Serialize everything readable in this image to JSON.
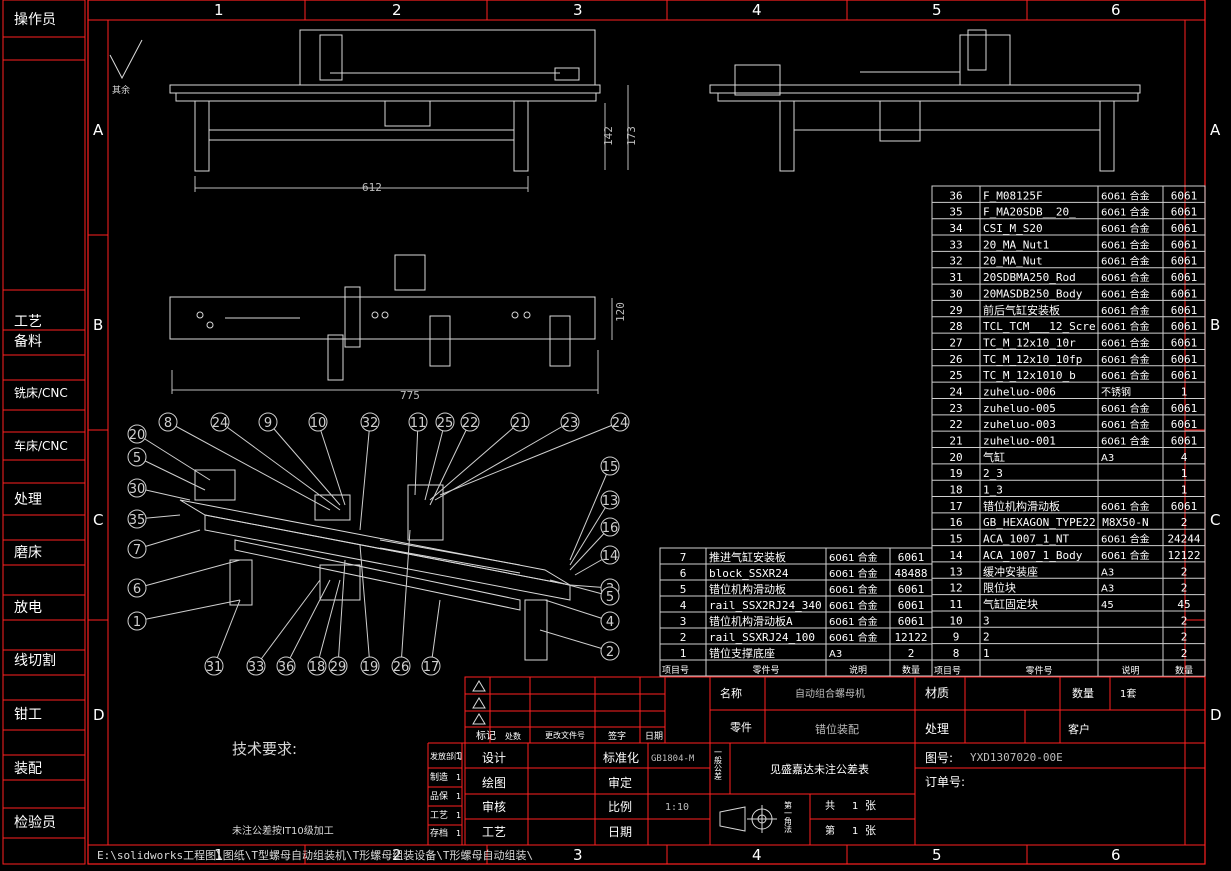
{
  "colors": {
    "frame": "#ff2020",
    "ink": "#ffffff",
    "line": "#d9d9d9",
    "bg": "#000000",
    "dim": "#bdbdbd"
  },
  "left_column": [
    "操作员",
    "工艺",
    "备料",
    "铣床/CNC",
    "车床/CNC",
    "处理",
    "磨床",
    "放电",
    "线切割",
    "钳工",
    "装配",
    "检验员"
  ],
  "column_numbers": [
    "1",
    "2",
    "3",
    "4",
    "5",
    "6"
  ],
  "row_letters": [
    "A",
    "B",
    "C",
    "D"
  ],
  "surface_mark": "其余",
  "dims": {
    "d612": "612",
    "d142": "142",
    "d173": "173",
    "d120": "120",
    "d775": "775"
  },
  "balloons_top": [
    "8",
    "24",
    "9",
    "10",
    "32",
    "11",
    "25",
    "22",
    "21",
    "23",
    "24"
  ],
  "balloons_left": [
    "20",
    "5",
    "30",
    "35",
    "7",
    "6",
    "1"
  ],
  "balloons_right": [
    "15",
    "13",
    "16",
    "14",
    "3",
    "5",
    "4",
    "2"
  ],
  "balloons_bottom": [
    "31",
    "33",
    "36",
    "18",
    "29",
    "19",
    "26",
    "17"
  ],
  "bom_right": [
    [
      "36",
      "F_M08125F",
      "6061 合金",
      "6061"
    ],
    [
      "35",
      "F_MA20SDB__20_",
      "6061 合金",
      "6061"
    ],
    [
      "34",
      "CSI_M_S20",
      "6061 合金",
      "6061"
    ],
    [
      "33",
      "20_MA_Nut1",
      "6061 合金",
      "6061"
    ],
    [
      "32",
      "20_MA_Nut",
      "6061 合金",
      "6061"
    ],
    [
      "31",
      "20SDBMA250_Rod",
      "6061 合金",
      "6061"
    ],
    [
      "30",
      "20MASDB250_Body",
      "6061 合金",
      "6061"
    ],
    [
      "29",
      "前后气缸安装板",
      "6061 合金",
      "6061"
    ],
    [
      "28",
      "TCL_TCM___12_Scre",
      "6061 合金",
      "6061"
    ],
    [
      "27",
      "TC_M_12x10_10r",
      "6061 合金",
      "6061"
    ],
    [
      "26",
      "TC_M_12x10_10fp",
      "6061 合金",
      "6061"
    ],
    [
      "25",
      "TC_M_12x1010_b",
      "6061 合金",
      "6061"
    ],
    [
      "24",
      "zuheluo-006",
      "不锈钢",
      "1"
    ],
    [
      "23",
      "zuheluo-005",
      "6061 合金",
      "6061"
    ],
    [
      "22",
      "zuheluo-003",
      "6061 合金",
      "6061"
    ],
    [
      "21",
      "zuheluo-001",
      "6061 合金",
      "6061"
    ],
    [
      "20",
      "气缸",
      "A3",
      "4"
    ],
    [
      "19",
      "2_3",
      "",
      "1"
    ],
    [
      "18",
      "1_3",
      "",
      "1"
    ],
    [
      "17",
      "错位机构滑动板",
      "6061 合金",
      "6061"
    ],
    [
      "16",
      "GB_HEXAGON_TYPE22 M8X50-N",
      "",
      "2"
    ],
    [
      "15",
      "ACA_1007_1_NT",
      "6061 合金",
      "24244"
    ],
    [
      "14",
      "ACA_1007_1_Body",
      "6061 合金",
      "12122"
    ],
    [
      "13",
      "缓冲安装座",
      "A3",
      "2"
    ],
    [
      "12",
      "限位块",
      "A3",
      "2"
    ],
    [
      "11",
      "气缸固定块",
      "45",
      "45"
    ],
    [
      "10",
      "3",
      "",
      "2"
    ],
    [
      "9",
      "2",
      "",
      "2"
    ],
    [
      "8",
      "1",
      "",
      "2"
    ]
  ],
  "bom_left": [
    [
      "7",
      "推进气缸安装板",
      "6061 合金",
      "6061"
    ],
    [
      "6",
      "block_SSXR24",
      "6061 合金",
      "48488"
    ],
    [
      "5",
      "错位机构滑动板",
      "6061 合金",
      "6061"
    ],
    [
      "4",
      "rail_SSX2RJ24_340",
      "6061 合金",
      "6061"
    ],
    [
      "3",
      "错位机构滑动板A",
      "6061 合金",
      "6061"
    ],
    [
      "2",
      "rail_SSXRJ24_100",
      "6061 合金",
      "12122"
    ],
    [
      "1",
      "错位支撑底座",
      "A3",
      "2"
    ]
  ],
  "bom_header": {
    "no": "项目号",
    "part": "零件号",
    "material": "说明",
    "qty": "数量"
  },
  "title_block": {
    "name_label": "名称",
    "name_value": "自动组合螺母机",
    "material_label": "材质",
    "qty_label": "数量",
    "qty_value": "1套",
    "part_label": "零件",
    "part_value": "错位装配",
    "process_label": "处理",
    "customer_label": "客户",
    "drawing_no_label": "图号:",
    "drawing_no_value": "YXD1307020-00E",
    "order_label": "订单号:",
    "design": "设计",
    "drawing": "绘图",
    "check": "审核",
    "craft": "工艺",
    "standard": "标准化",
    "standard_value": "GB1804-M",
    "approve": "审定",
    "scale": "比例",
    "scale_value": "1:10",
    "date": "日期",
    "tolerance_note": "见盛嘉达未注公差表",
    "general": "一般公差",
    "projection": "第一角法",
    "total_label": "共",
    "total_value": "1",
    "sheet_unit": "张",
    "sheet_label": "第",
    "sheet_value": "1",
    "rev_mark": "标记",
    "rev_count": "处数",
    "rev_file": "更改文件号",
    "rev_sign": "签字",
    "rev_date": "日期",
    "ship_stack": [
      "发放部门",
      "制造",
      "品保",
      "工艺",
      "存档"
    ],
    "ship_nums": [
      "1",
      "1",
      "1",
      "1",
      "1"
    ]
  },
  "tech_req_title": "技术要求:",
  "tech_note": "未注公差按IT10级加工",
  "file_path": "E:\\solidworks工程图\\图纸\\T型螺母自动组装机\\T形螺母组装设备\\T形螺母自动组装\\"
}
